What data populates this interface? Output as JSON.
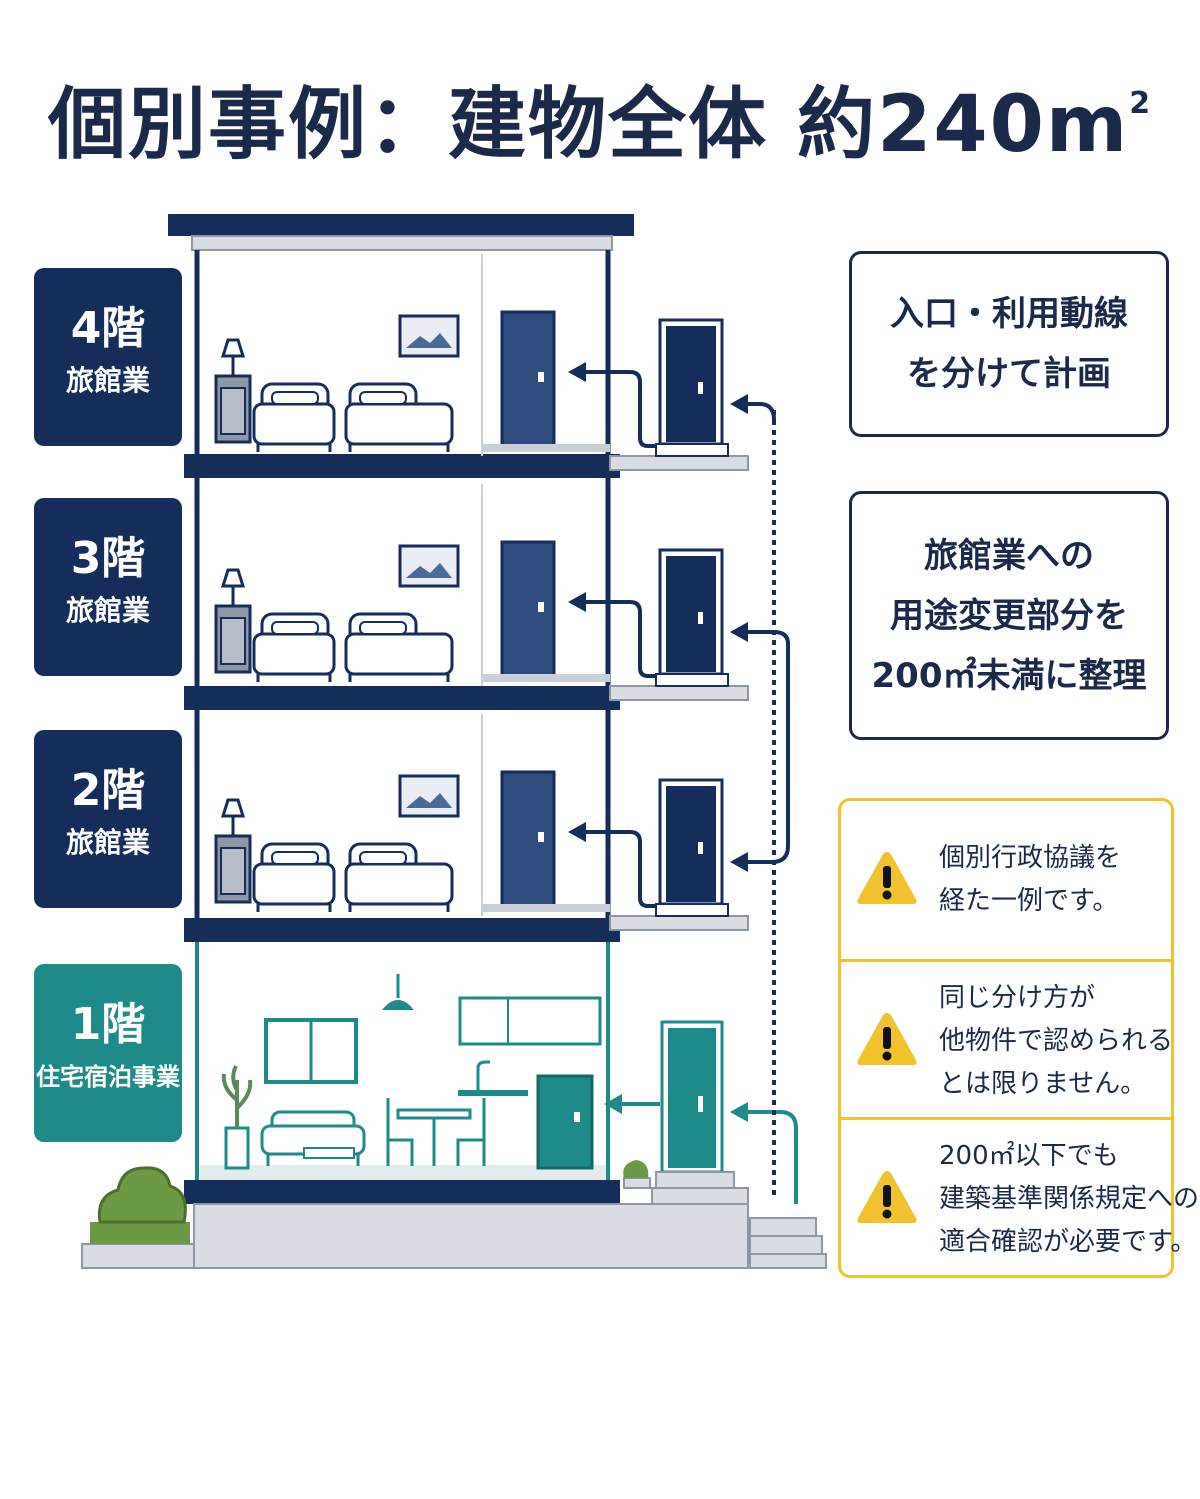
{
  "title": {
    "main": "個別事例：建物全体 約240m",
    "superscript": "2"
  },
  "floors": [
    {
      "num": "4階",
      "use": "旅館業",
      "color": "#142d5b"
    },
    {
      "num": "3階",
      "use": "旅館業",
      "color": "#142d5b"
    },
    {
      "num": "2階",
      "use": "旅館業",
      "color": "#142d5b"
    },
    {
      "num": "1階",
      "use": "住宅宿泊事業",
      "color": "#1e8a8a"
    }
  ],
  "info_boxes": [
    {
      "lines": [
        "入口・利用動線",
        "を分けて計画"
      ]
    },
    {
      "lines": [
        "旅館業への",
        "用途変更部分を",
        "200㎡未満に整理"
      ]
    }
  ],
  "warnings": [
    {
      "icon": "warning-icon",
      "lines": [
        "個別行政協議を",
        "経た一例です。"
      ]
    },
    {
      "icon": "warning-icon",
      "lines": [
        "同じ分け方が",
        "他物件で認められる",
        "とは限りません。"
      ]
    },
    {
      "icon": "warning-icon",
      "lines": [
        "200㎡以下でも",
        "建築基準関係規定への",
        "適合確認が必要です。"
      ]
    }
  ],
  "colors": {
    "navy": "#142d5b",
    "teal": "#1e8a8a",
    "warning_yellow": "#f2c12e",
    "ground_gray": "#d9dce2"
  }
}
